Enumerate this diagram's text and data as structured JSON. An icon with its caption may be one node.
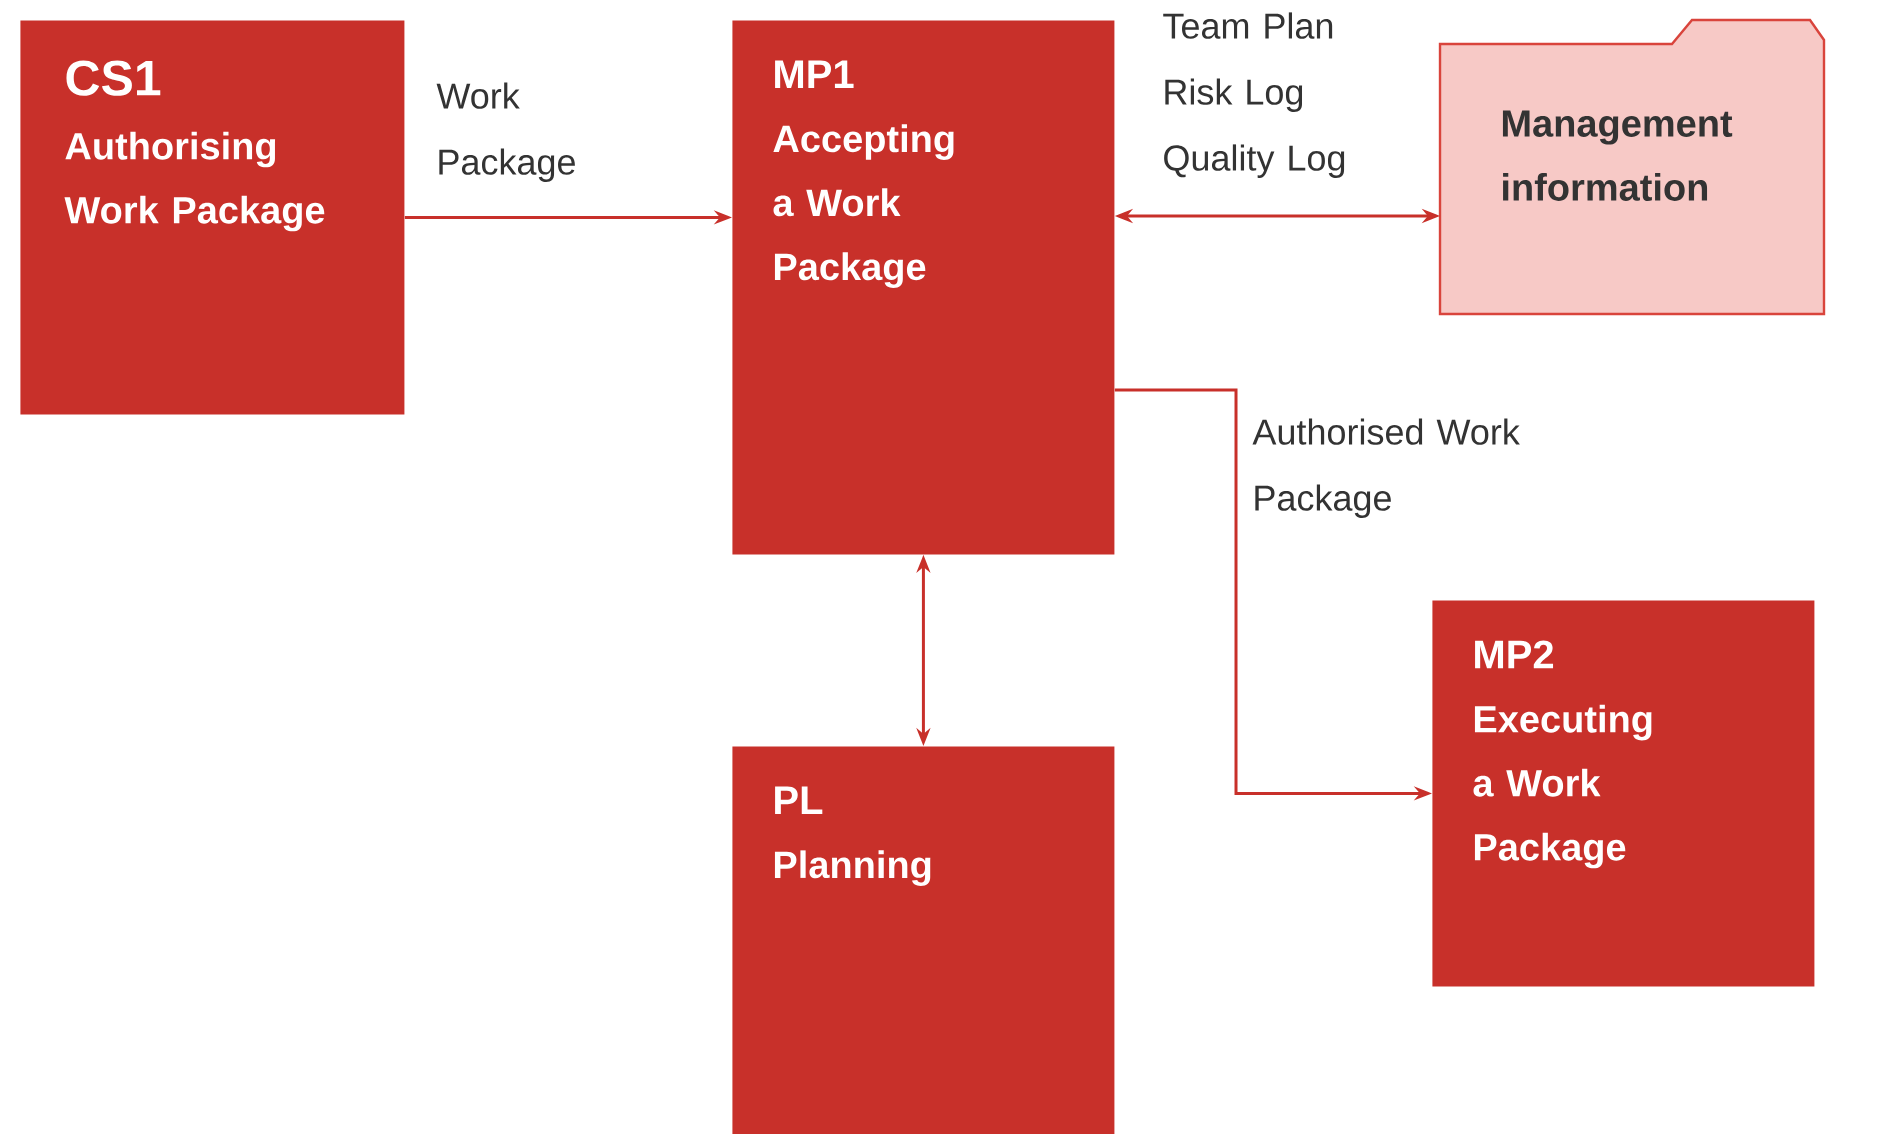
{
  "diagram": {
    "nodes": [
      {
        "text": [
          "CS1",
          "Authorising Work Package"
        ]
      },
      {
        "text": [
          "MP1",
          "Accepting a Work Package"
        ]
      },
      {
        "text": [
          "Management information"
        ]
      },
      {
        "text": [
          "PL",
          "Planning"
        ]
      },
      {
        "text": [
          "MP2",
          "Executing a Work Package"
        ]
      }
    ],
    "edges": [
      {
        "from": 0,
        "to": 1,
        "arrow": "to",
        "label": "Work Package"
      },
      {
        "from": 1,
        "to": 2,
        "arrow": "both",
        "label": "Team Plan Risk Log Quality Log"
      },
      {
        "from": 1,
        "to": 4,
        "arrow": "to",
        "label": "Authorised Work Package"
      },
      {
        "from": 1,
        "to": 3,
        "arrow": "both"
      }
    ]
  }
}
